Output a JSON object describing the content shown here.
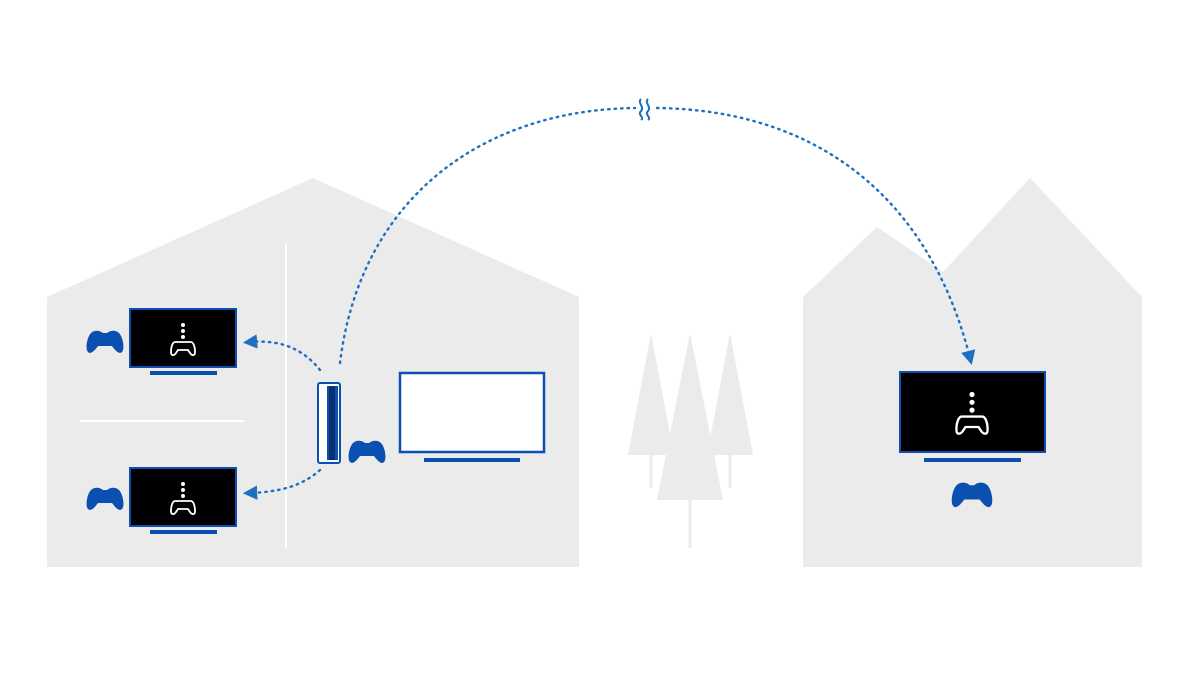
{
  "diagram": {
    "kind": "remote-play-illustration",
    "colors": {
      "background": "#ffffff",
      "house": "#ebebeb",
      "tree": "#ebebeb",
      "accent_blue": "#0b4fb0",
      "connection_blue": "#1f6fc0",
      "screen": "#000000",
      "divider": "#ffffff",
      "icon_line": "#ffffff"
    },
    "icons": {
      "controller": "gamepad-icon",
      "remote_play": "remote-play-icon",
      "console": "console-icon",
      "signal": "wireless-signal-icon"
    },
    "home_house": {
      "tvs_with_remote_play": 2,
      "controllers": 3,
      "console": 1,
      "idle_tv": 1
    },
    "remote_house": {
      "tvs_with_remote_play": 1,
      "controllers": 1
    },
    "trees": 3,
    "connections": [
      {
        "from": "console",
        "to": "home-tv-top"
      },
      {
        "from": "console",
        "to": "home-tv-bottom"
      },
      {
        "from": "console",
        "to": "remote-tv",
        "over_internet": true
      }
    ]
  }
}
